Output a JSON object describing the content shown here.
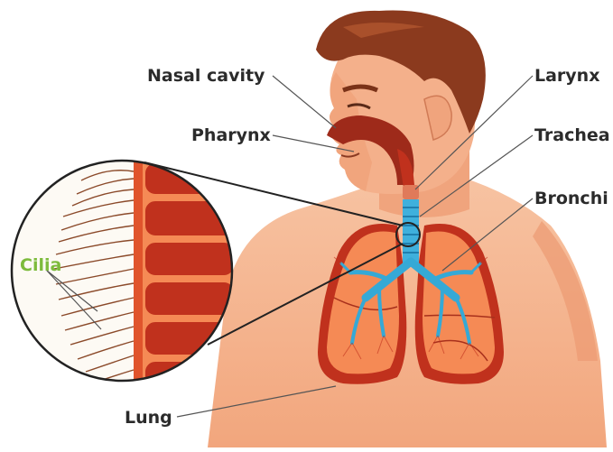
{
  "labels": {
    "nasal_cavity": "Nasal cavity",
    "pharynx": "Pharynx",
    "larynx": "Larynx",
    "trachea": "Trachea",
    "bronchi": "Bronchi",
    "cilia": "Cilia",
    "lung": "Lung"
  },
  "colors": {
    "skin": "#f6b894",
    "skin_shade": "#e9946c",
    "hair": "#8b3a1e",
    "lung": "#f28a5a",
    "lung_dark": "#c0311d",
    "airway": "#35a9d6",
    "cilia_label": "#7dbb3c",
    "label_text": "#2b2b2b"
  }
}
